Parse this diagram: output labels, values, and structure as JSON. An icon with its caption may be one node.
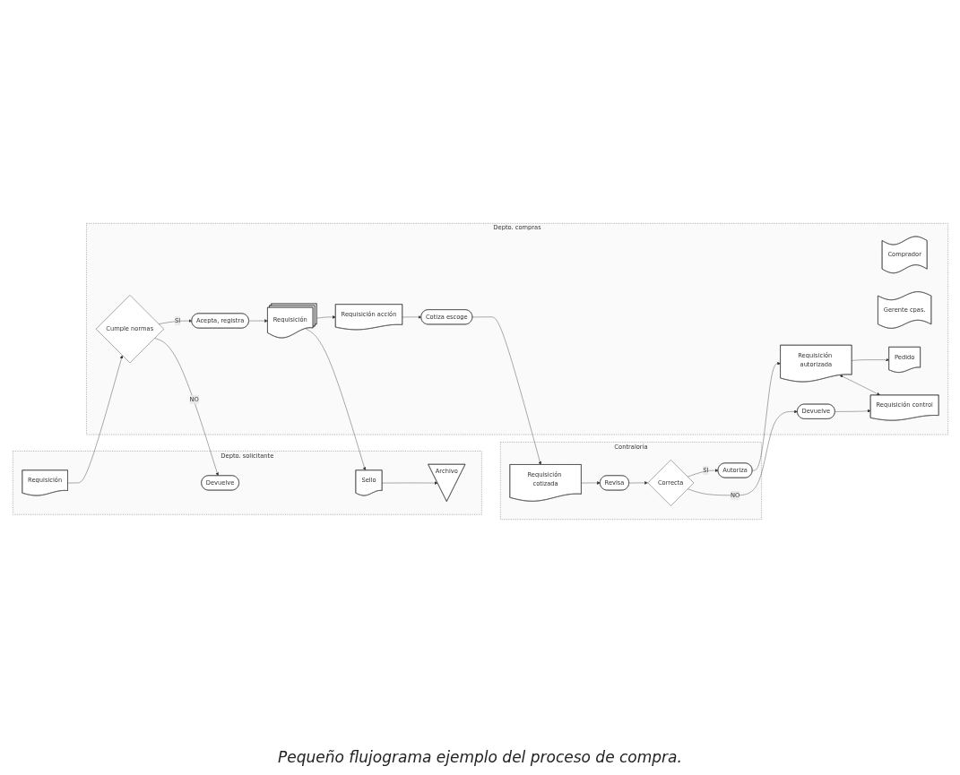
{
  "diagram": {
    "caption": "Pequeño flujograma ejemplo del proceso de compra.",
    "nodes": [
      {
        "text": [
          "Depto. solicitante"
        ]
      },
      {
        "text": [
          "Depto. compras"
        ]
      },
      {
        "text": [
          "Contraloría"
        ]
      },
      {
        "text": [
          "Requisición"
        ],
        "in": 0
      },
      {
        "text": [
          "Devuelve"
        ],
        "in": 0
      },
      {
        "text": [
          "Sello"
        ],
        "in": 0
      },
      {
        "text": [
          "Archivo"
        ],
        "in": 0
      },
      {
        "text": [
          "Cumple normas"
        ],
        "in": 1
      },
      {
        "text": [
          "Comprador"
        ],
        "in": 1
      },
      {
        "text": [
          "Requisición acción"
        ],
        "in": 1
      },
      {
        "text": [
          "Acepta, registra"
        ],
        "in": 1
      },
      {
        "text": [
          "Cotiza escoge"
        ],
        "in": 1
      },
      {
        "text": [
          "Requisición"
        ],
        "in": 1
      },
      {
        "text": [
          "Gerente cpas."
        ],
        "in": 1
      },
      {
        "text": [
          "Devuelve"
        ],
        "in": 1
      },
      {
        "text": [
          "Pedido"
        ],
        "in": 1
      },
      {
        "text": [
          "Requisición control"
        ],
        "in": 1
      },
      {
        "text": [
          "Requisición autorizada"
        ],
        "in": 1
      },
      {
        "text": [
          "Requisición cotizada"
        ],
        "in": 2
      },
      {
        "text": [
          "Revisa"
        ],
        "in": 2
      },
      {
        "text": [
          "Correcta"
        ],
        "in": 2
      },
      {
        "text": [
          "Autoriza"
        ],
        "in": 2
      }
    ],
    "edges": [
      {
        "from": 3,
        "to": 7,
        "arrow": "to"
      },
      {
        "from": 7,
        "to": 4,
        "arrow": "to",
        "label": "NO"
      },
      {
        "from": 7,
        "to": 10,
        "arrow": "to",
        "label": "SI"
      },
      {
        "from": 10,
        "to": 12,
        "arrow": "to"
      },
      {
        "from": 12,
        "to": 5,
        "arrow": "to"
      },
      {
        "from": 12,
        "to": 9,
        "arrow": "to"
      },
      {
        "from": 9,
        "to": 11,
        "arrow": "to"
      },
      {
        "from": 11,
        "to": 18,
        "arrow": "to"
      },
      {
        "from": 18,
        "to": 19,
        "arrow": "to"
      },
      {
        "from": 19,
        "to": 20,
        "arrow": "to"
      },
      {
        "from": 20,
        "to": 14,
        "arrow": "to",
        "label": "NO"
      },
      {
        "from": 20,
        "to": 21,
        "arrow": "to",
        "label": "SI"
      },
      {
        "from": 14,
        "to": 16,
        "arrow": "to"
      },
      {
        "from": 21,
        "to": 17,
        "arrow": "to"
      },
      {
        "from": 17,
        "to": 16,
        "arrow": "both"
      },
      {
        "from": 17,
        "to": 15,
        "arrow": "to"
      },
      {
        "from": 5,
        "to": 6,
        "arrow": "to"
      }
    ]
  }
}
